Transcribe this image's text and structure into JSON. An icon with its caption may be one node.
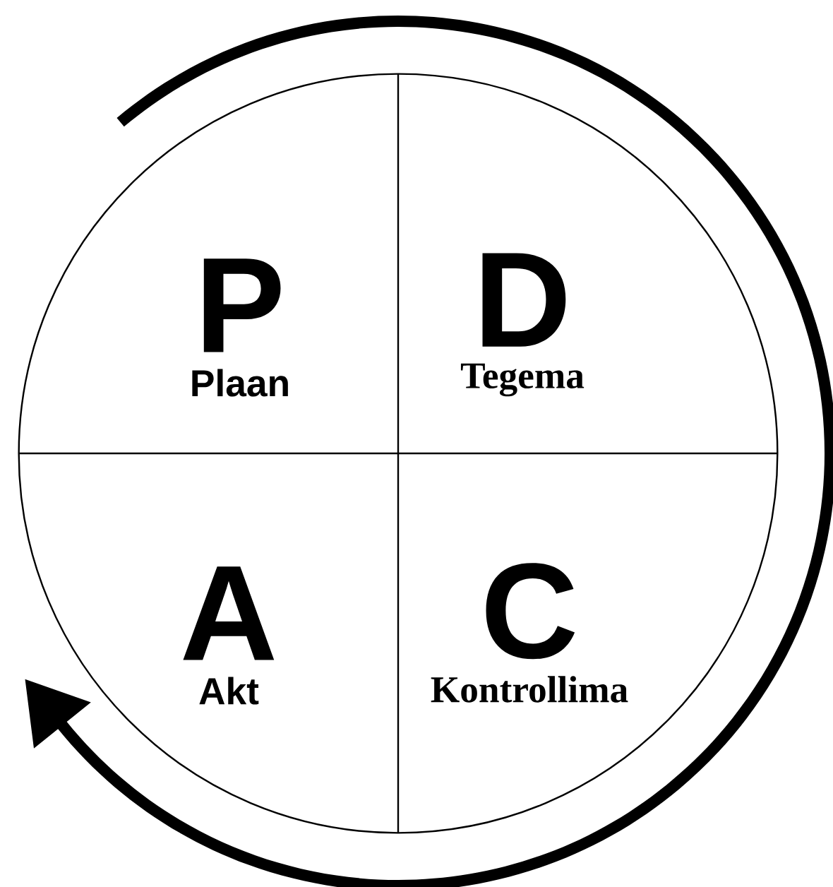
{
  "diagram": {
    "nodes": [
      {
        "text": [],
        "shape": "circle"
      },
      {
        "text": [
          "P",
          "Plaan"
        ],
        "in": 0
      },
      {
        "text": [
          "D",
          "Tegema"
        ],
        "in": 0
      },
      {
        "text": [
          "A",
          "Akt"
        ],
        "in": 0
      },
      {
        "text": [
          "C",
          "Kontrollima"
        ],
        "in": 0
      }
    ]
  }
}
